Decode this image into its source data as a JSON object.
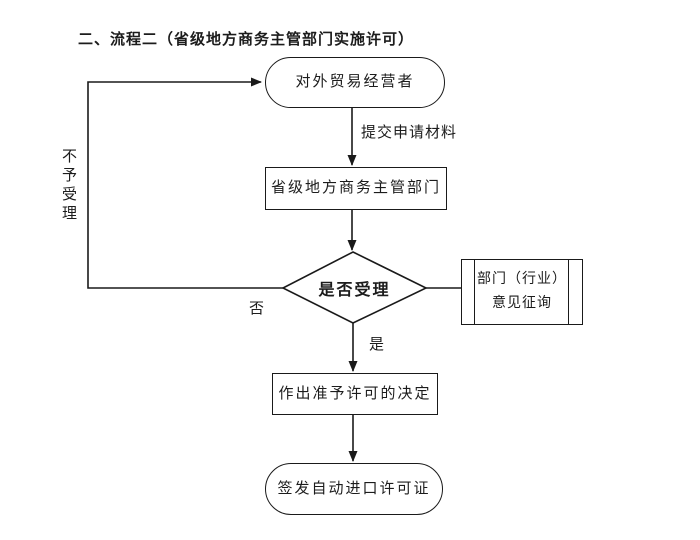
{
  "page": {
    "background": "#ffffff",
    "ink_color": "#1a1a1a"
  },
  "title": {
    "prefix": "二、流程二",
    "paren": "（省级地方商务主管部门实施许可）"
  },
  "chart_data": {
    "type": "flowchart",
    "nodes": [
      {
        "id": "start",
        "shape": "terminator",
        "label": "对外贸易经营者"
      },
      {
        "id": "authority",
        "shape": "process",
        "label": "省级地方商务主管部门"
      },
      {
        "id": "decision",
        "shape": "decision",
        "label": "是否受理"
      },
      {
        "id": "consult",
        "shape": "predefined-process",
        "label": "部门（行业）意见征询"
      },
      {
        "id": "grant",
        "shape": "process",
        "label": "作出准予许可的决定"
      },
      {
        "id": "issue",
        "shape": "terminator",
        "label": "签发自动进口许可证"
      }
    ],
    "edges": [
      {
        "from": "start",
        "to": "authority",
        "label": "提交申请材料"
      },
      {
        "from": "authority",
        "to": "decision",
        "label": ""
      },
      {
        "from": "decision",
        "to": "consult",
        "label": ""
      },
      {
        "from": "decision",
        "to": "grant",
        "label": "是"
      },
      {
        "from": "decision",
        "to": "start",
        "label": "否 / 不予受理"
      },
      {
        "from": "grant",
        "to": "issue",
        "label": ""
      }
    ]
  },
  "nodes": {
    "start": {
      "label": "对外贸易经营者"
    },
    "authority": {
      "label": "省级地方商务主管部门"
    },
    "decision": {
      "label": "是否受理"
    },
    "consult": {
      "line1": "部门（行业）",
      "line2": "意见征询"
    },
    "grant": {
      "label": "作出准予许可的决定"
    },
    "issue": {
      "label": "签发自动进口许可证"
    }
  },
  "edge_labels": {
    "submit": "提交申请材料",
    "no": "否",
    "yes": "是",
    "reject": "不予受理"
  }
}
